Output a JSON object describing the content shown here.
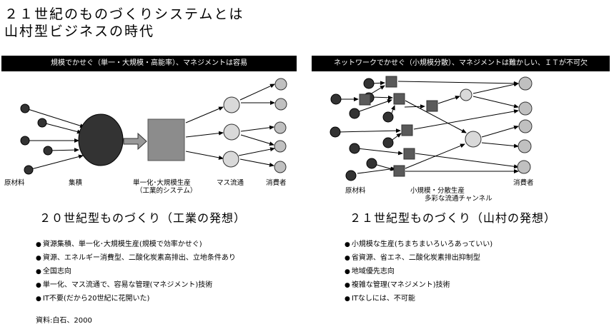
{
  "title": {
    "line1": "２１世紀のものづくりシステムとは",
    "line2": "山村型ビジネスの時代"
  },
  "left": {
    "banner": "規模でかせぐ（単一・大規模・高能率）、マネジメントは容易",
    "labels": {
      "raw": "原材料",
      "gather": "集積",
      "production_1": "単一化･大規模生産",
      "production_2": "（工業的システム）",
      "distribution": "マス流通",
      "consumer": "消費者"
    },
    "subtitle": "２０世紀型ものづくり（工業の発想）",
    "bullets": [
      "資源集積、単一化･大規模生産(規模で効率かせぐ)",
      "資源、エネルギー消費型、二酸化炭素高排出、立地条件あり",
      "全国志向",
      "単一化、マス流通で、容易な管理(マネジメント)技術",
      "IT不要(だから20世紀に花開いた)"
    ]
  },
  "right": {
    "banner": "ネットワークでかせぐ（小規模分散）、マネジメントは難かしい、ＩＴが不可欠",
    "labels": {
      "raw": "原材料",
      "production": "小規模・分散生産",
      "distribution": "多彩な流通チャンネル",
      "consumer": "消費者"
    },
    "subtitle": "２１世紀型ものづくり（山村の発想）",
    "bullets": [
      "小規模な生産(ちまちまいろいろあっていい)",
      "省資源、省エネ、二酸化炭素排出抑制型",
      "地域優先志向",
      "複雑な管理(マネジメント)技術",
      "ITなしには、不可能"
    ]
  },
  "source": "資料:白石、2000",
  "colors": {
    "raw_node": "#333333",
    "hub": "#333333",
    "factory": "#8c8c8c",
    "small_factory": "#5a5a5a",
    "light_node": "#d9d9d9",
    "consumer_node": "#c0c0c0",
    "banner_bg": "#000000"
  }
}
